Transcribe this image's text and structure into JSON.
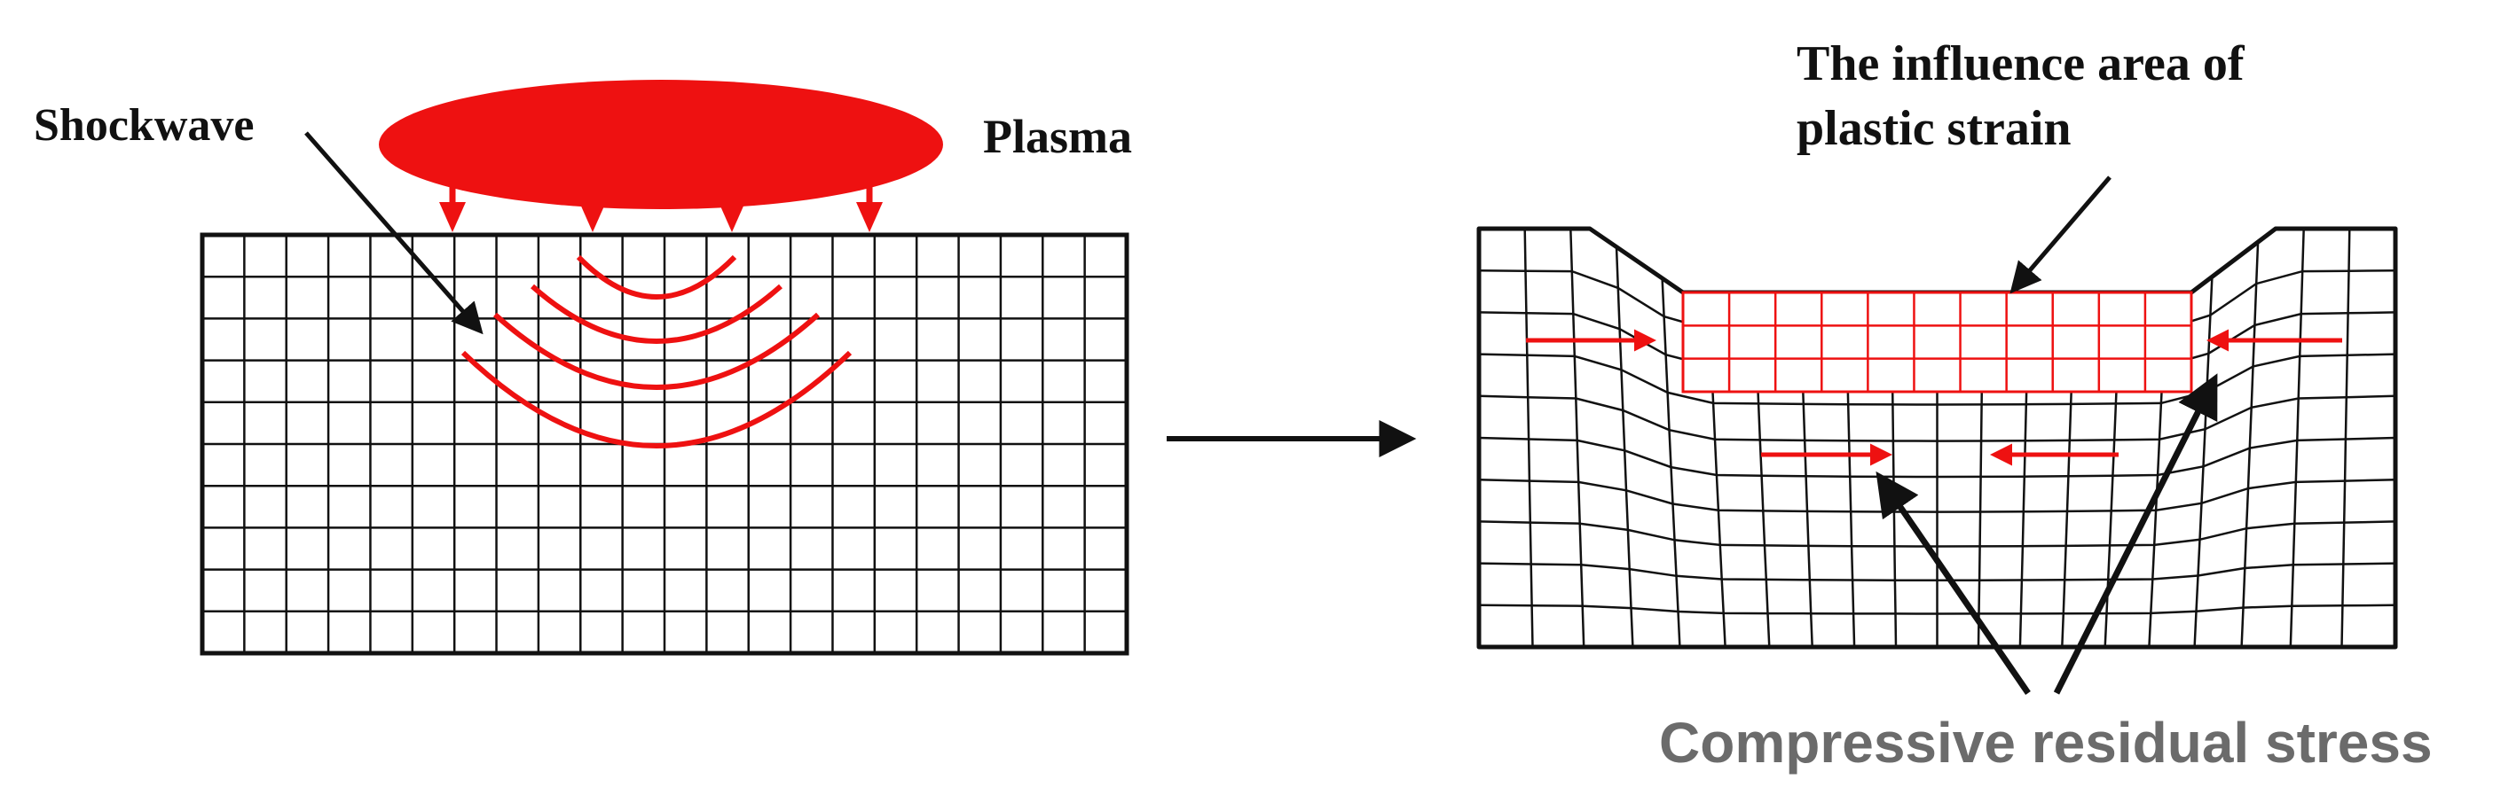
{
  "labels": {
    "shockwave": "Shockwave",
    "plasma": "Plasma",
    "influence_line1": "The influence area of",
    "influence_line2": "plastic strain",
    "compressive": "Compressive residual stress"
  },
  "left_mesh": {
    "columns": 22,
    "rows": 10
  },
  "right_mesh": {
    "columns": 20,
    "rows": 10
  },
  "plasma_arrow_count": 4,
  "shock_arc_count": 4,
  "colors": {
    "accent": "#ee1111",
    "line": "#111111",
    "caption": "#6b6b6b",
    "background": "#ffffff"
  }
}
